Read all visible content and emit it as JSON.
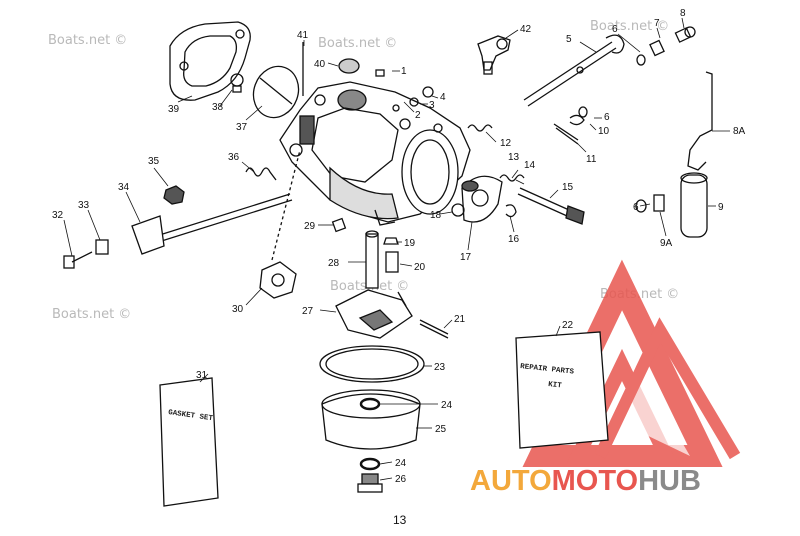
{
  "watermarks": [
    "Boats.net ©",
    "Boats.net ©",
    "Boats.net ©",
    "Boats.net ©",
    "Boats.net ©",
    "Boats.net ©"
  ],
  "page_number": "13",
  "gasket_card": "GASKET SET",
  "repair_card": [
    "REPAIR PARTS",
    "KIT"
  ],
  "logo": {
    "part1": "AUTO",
    "part2": "MOTO",
    "part3": "HUB",
    "color_red": "#e8564f",
    "color_orange": "#f3a83b",
    "color_gray": "#8a8a8a"
  },
  "callouts": [
    "1",
    "2",
    "3",
    "4",
    "5",
    "6",
    "6",
    "6",
    "7",
    "8",
    "9",
    "9A",
    "8A",
    "10",
    "11",
    "12",
    "13",
    "14",
    "15",
    "16",
    "17",
    "18",
    "19",
    "20",
    "21",
    "22",
    "23",
    "24",
    "24",
    "25",
    "26",
    "27",
    "28",
    "29",
    "30",
    "31",
    "32",
    "33",
    "34",
    "35",
    "36",
    "37",
    "38",
    "39",
    "40",
    "41",
    "42"
  ]
}
